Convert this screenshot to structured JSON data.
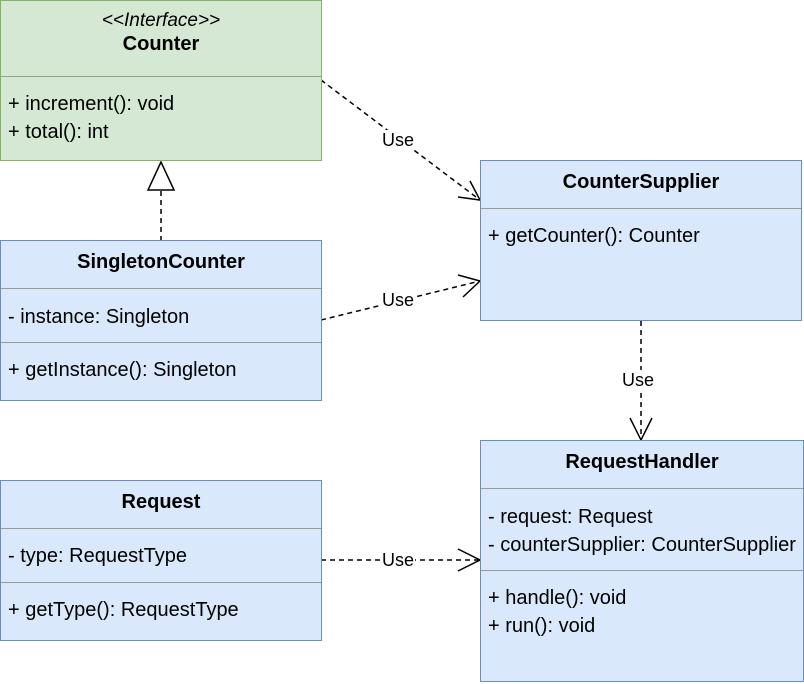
{
  "counter": {
    "stereotype": "<<Interface>>",
    "name": "Counter",
    "methods": [
      "+ increment(): void",
      "+ total(): int"
    ]
  },
  "counter_supplier": {
    "name": "CounterSupplier",
    "methods": [
      "+ getCounter(): Counter"
    ]
  },
  "singleton_counter": {
    "name": "SingletonCounter",
    "attributes": [
      "- instance: Singleton"
    ],
    "methods": [
      "+ getInstance(): Singleton"
    ]
  },
  "request_handler": {
    "name": "RequestHandler",
    "attributes": [
      "- request: Request",
      "- counterSupplier: CounterSupplier"
    ],
    "methods": [
      "+ handle(): void",
      "+ run(): void"
    ]
  },
  "request": {
    "name": "Request",
    "attributes": [
      "- type: RequestType"
    ],
    "methods": [
      "+ getType(): RequestType"
    ]
  },
  "edges": {
    "counter_to_supplier": "Use",
    "singleton_to_supplier": "Use",
    "supplier_to_handler": "Use",
    "request_to_handler": "Use"
  }
}
